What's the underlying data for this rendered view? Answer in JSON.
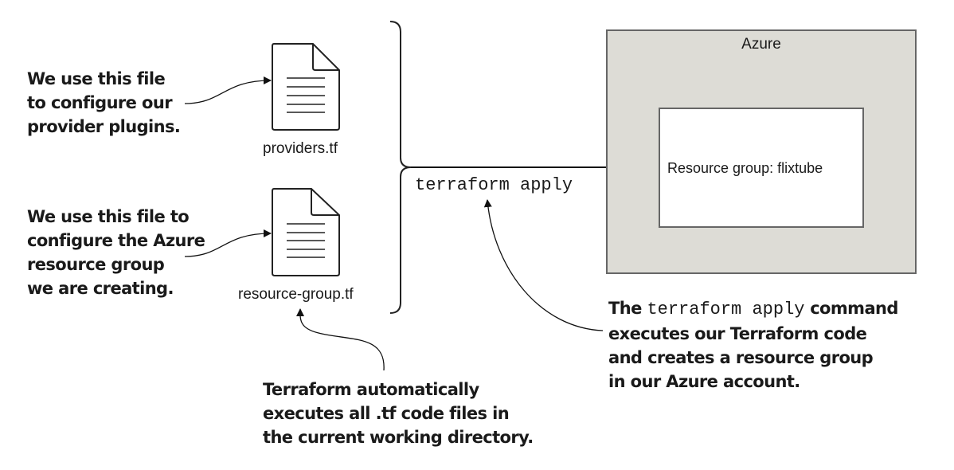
{
  "notes": {
    "providers": [
      "We use this file",
      "to configure our",
      "provider plugins."
    ],
    "resource_group": [
      "We use this file to",
      "configure the Azure",
      "resource group",
      "we are creating."
    ],
    "auto_exec": [
      "Terraform automatically",
      "executes all .tf code files in",
      "the current working directory."
    ],
    "apply": {
      "prefix": "The",
      "command": "terraform apply",
      "suffix": "command",
      "lines": [
        "executes our Terraform code",
        "and creates a resource group",
        "in our Azure account."
      ]
    }
  },
  "files": {
    "providers": "providers.tf",
    "resource_group": "resource-group.tf"
  },
  "command": "terraform apply",
  "azure": {
    "title": "Azure",
    "resource_group_label": "Resource group: flixtube"
  },
  "icons": {
    "file": "document-icon"
  }
}
